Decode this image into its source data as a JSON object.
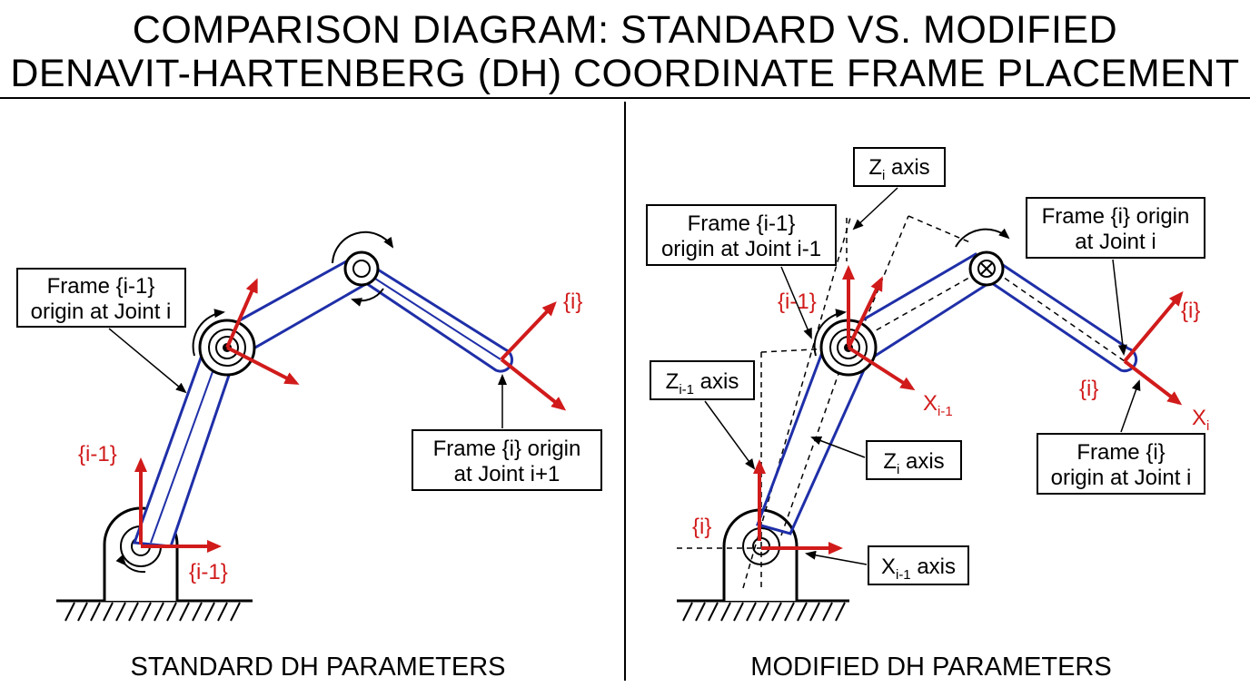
{
  "title": {
    "line1": "COMPARISON DIAGRAM: STANDARD VS. MODIFIED",
    "line2": "DENAVIT-HARTENBERG (DH) COORDINATE FRAME PLACEMENT"
  },
  "standard": {
    "caption": "STANDARD DH PARAMETERS",
    "callout_base": {
      "line1": "Frame {i-1}",
      "line2": "origin at Joint i"
    },
    "callout_end": {
      "line1": "Frame {i} origin",
      "line2": "at Joint i+1"
    },
    "label_frame_end": "{i}",
    "label_base_z": "{i-1}",
    "label_base_x": "{i-1}"
  },
  "modified": {
    "caption": "MODIFIED DH PARAMETERS",
    "callout_zi_top": {
      "main": "Z",
      "sub": "i",
      "rest": " axis"
    },
    "callout_frame_prev": {
      "line1": "Frame {i-1}",
      "line2": "origin at Joint i-1"
    },
    "callout_frame_i_top": {
      "line1": "Frame {i} origin",
      "line2": "at Joint i"
    },
    "callout_zim1": {
      "main": "Z",
      "sub": "i-1",
      "rest": " axis"
    },
    "callout_zi_mid": {
      "main": "Z",
      "sub": "i",
      "rest": " axis"
    },
    "callout_frame_i_bottom": {
      "line1": "Frame {i}",
      "line2": "origin at Joint i"
    },
    "callout_xim1": {
      "main": "X",
      "sub": "i-1",
      "rest": " axis"
    },
    "label_im1_joint": "{i-1}",
    "label_i_top": "{i}",
    "label_i_end": "{i}",
    "label_i_base": "{i}",
    "label_xim1": {
      "main": "X",
      "sub": "i-1"
    },
    "label_xi": {
      "main": "X",
      "sub": "i"
    }
  },
  "colors": {
    "link": "#1f2fa8",
    "frame": "#d11b1b",
    "ink": "#000000"
  }
}
